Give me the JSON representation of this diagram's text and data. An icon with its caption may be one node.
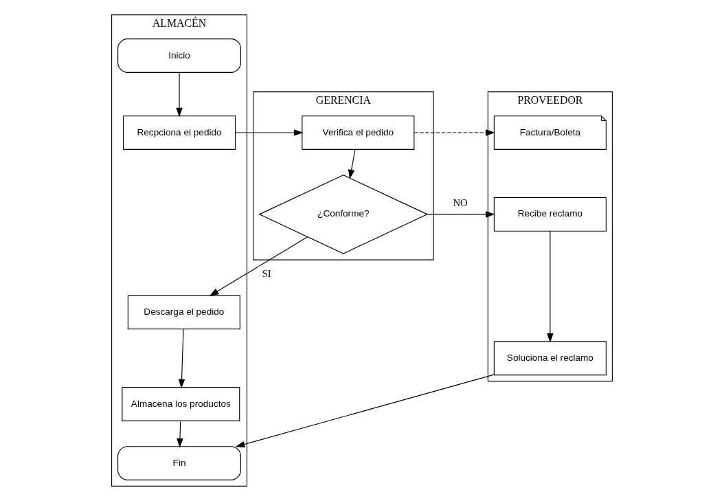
{
  "diagram": {
    "nodes": [
      {
        "text": [
          "ALMACÉN"
        ]
      },
      {
        "text": [
          "GERENCIA"
        ]
      },
      {
        "text": [
          "PROVEEDOR"
        ]
      },
      {
        "text": [
          "Inicio"
        ],
        "in": 0
      },
      {
        "text": [
          "Recpciona el pedido"
        ],
        "in": 0
      },
      {
        "text": [
          "Verifica el pedido"
        ],
        "in": 1
      },
      {
        "text": [
          "Factura/Boleta"
        ],
        "in": 2
      },
      {
        "text": [
          "¿Conforme?"
        ],
        "in": 1
      },
      {
        "text": [
          "Recibe reclamo"
        ],
        "in": 2
      },
      {
        "text": [
          "Soluciona el reclamo"
        ],
        "in": 2
      },
      {
        "text": [
          "Descarga el pedido"
        ],
        "in": 0
      },
      {
        "text": [
          "Almacena los productos"
        ],
        "in": 0
      },
      {
        "text": [
          "Fin"
        ],
        "in": 0
      }
    ],
    "edges": [
      {
        "from": 3,
        "to": 4,
        "arrow": "to"
      },
      {
        "from": 4,
        "to": 5,
        "arrow": "to"
      },
      {
        "from": 5,
        "to": 6,
        "arrow": "to",
        "style": "dashed"
      },
      {
        "from": 5,
        "to": 7,
        "arrow": "to"
      },
      {
        "from": 7,
        "to": 10,
        "arrow": "to",
        "label": "SI"
      },
      {
        "from": 7,
        "to": 8,
        "arrow": "to",
        "label": "NO"
      },
      {
        "from": 8,
        "to": 9,
        "arrow": "to"
      },
      {
        "from": 10,
        "to": 11,
        "arrow": "to"
      },
      {
        "from": 11,
        "to": 12,
        "arrow": "to"
      },
      {
        "from": 9,
        "to": 12,
        "arrow": "to"
      }
    ]
  }
}
